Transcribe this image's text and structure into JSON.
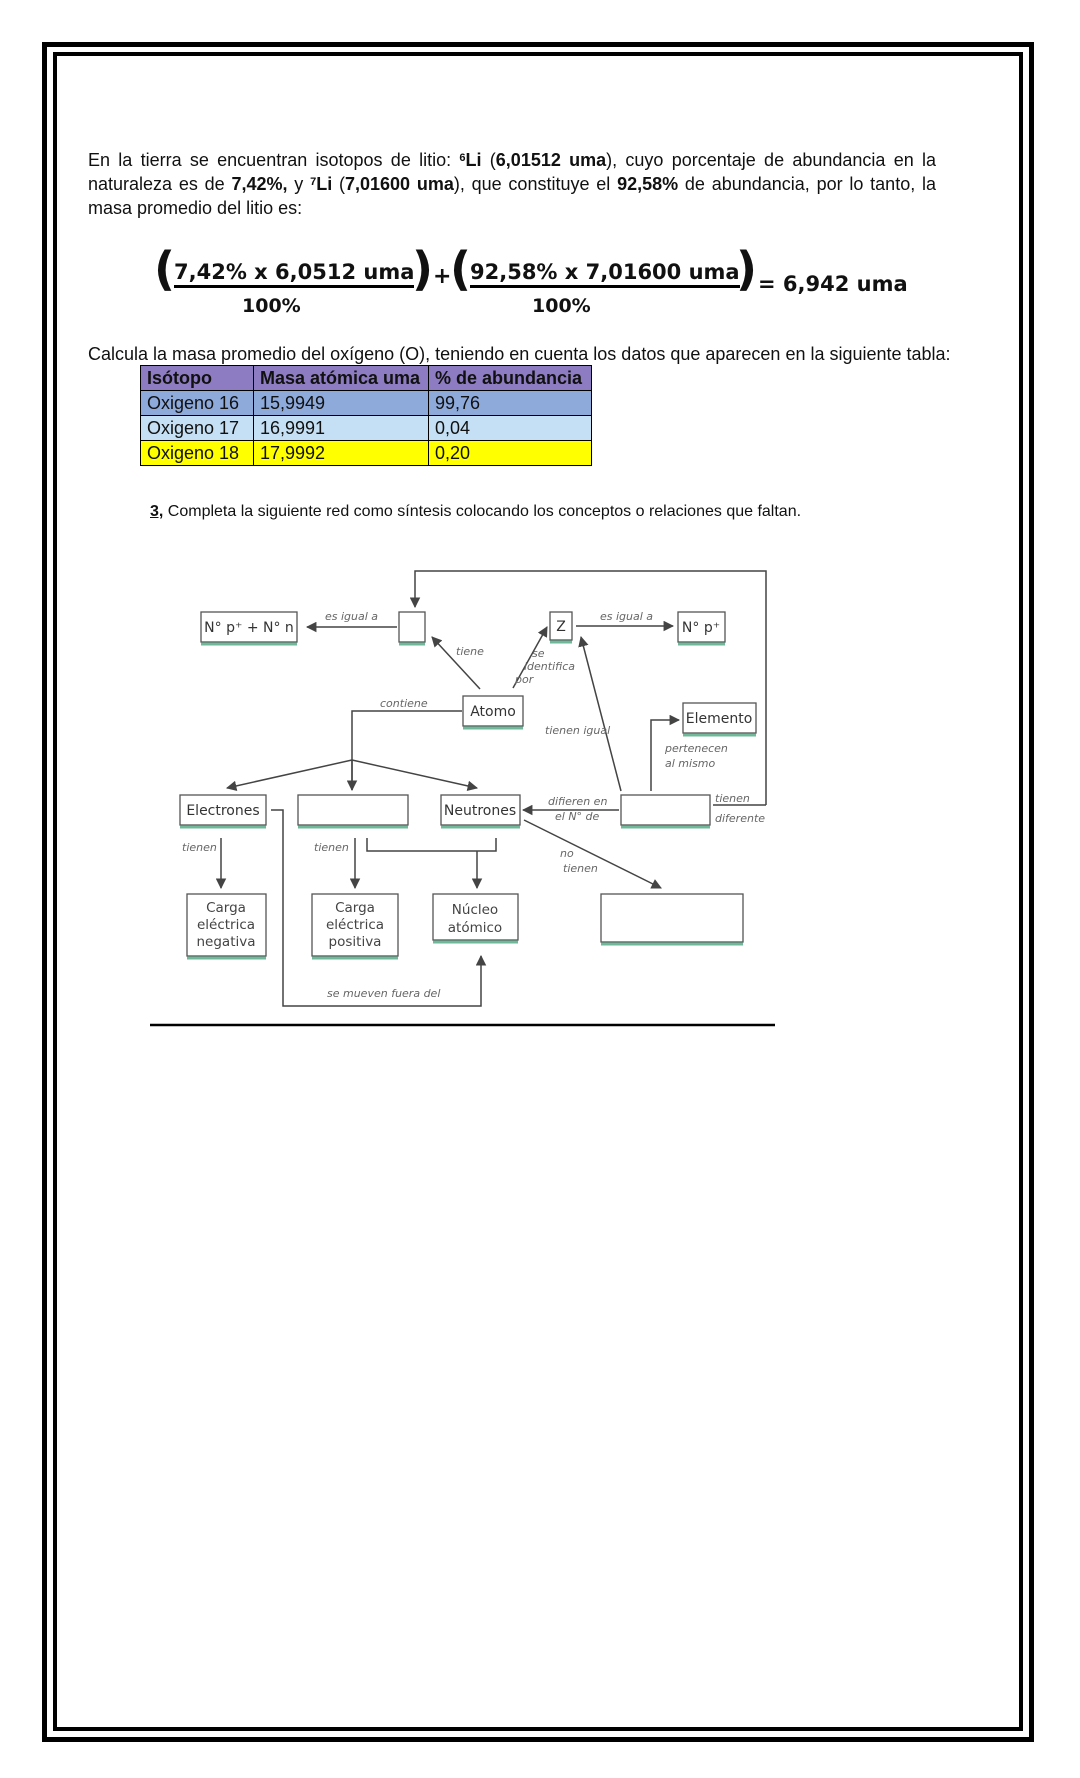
{
  "intro": {
    "t1": "En la tierra se encuentran isotopos de litio: ",
    "li6_sup": "6",
    "li6_sym": "Li",
    "t2": " (",
    "li6_mass": "6,01512 uma",
    "t3": "), cuyo porcentaje de abundancia en la naturaleza es de ",
    "li6_pct": "7,42%,",
    "t4": " y ",
    "li7_sup": "7",
    "li7_sym": "Li",
    "t5": " (",
    "li7_mass": "7,01600 uma",
    "t6": "), que constituye el ",
    "li7_pct": "92,58%",
    "t7": " de abundancia, por lo tanto, la masa promedio del litio es:"
  },
  "formula": {
    "open1": "(",
    "num1": "7,42% x 6,0512 uma",
    "close1": ")",
    "plus": "+",
    "open2": "(",
    "num2": "92,58% x 7,01600 uma",
    "close2": ")",
    "den1": "100%",
    "den2": "100%",
    "result": "= 6,942 uma"
  },
  "calc_text": "Calcula la masa promedio del oxígeno (O), teniendo en cuenta los datos que aparecen en la siguiente tabla:",
  "table": {
    "headers": [
      "Isótopo",
      "Masa atómica uma",
      "% de abundancia"
    ],
    "rows": [
      [
        "Oxigeno 16",
        "15,9949",
        "99,76"
      ],
      [
        "Oxigeno 17",
        "16,9991",
        "0,04"
      ],
      [
        "Oxigeno 18",
        "17,9992",
        "0,20"
      ]
    ],
    "colors": {
      "header": "#8e7cc3",
      "row1": "#8eaadb",
      "row2": "#c5e0f4",
      "row3": "#ffff00"
    }
  },
  "question3": {
    "number": "3,",
    "text": " Completa la siguiente red como síntesis colocando los conceptos o relaciones que faltan."
  },
  "concept_map": {
    "nodes": {
      "np_nn": "N° p⁺ + N° n",
      "z": "Z",
      "np": "N° p⁺",
      "atomo": "Atomo",
      "elemento": "Elemento",
      "electrones": "Electrones",
      "neutrones": "Neutrones",
      "carga_neg": [
        "Carga",
        "eléctrica",
        "negativa"
      ],
      "carga_pos": [
        "Carga",
        "eléctrica",
        "positiva"
      ],
      "nucleo": [
        "Núcleo",
        "atómico"
      ]
    },
    "labels": {
      "es_igual_a_1": "es igual a",
      "es_igual_a_2": "es igual a",
      "tiene": "tiene",
      "se_identifica_por": [
        "se",
        "identifica",
        "por"
      ],
      "contiene": "contiene",
      "tienen_igual": "tienen igual",
      "pertenecen": [
        "pertenecen",
        "al mismo"
      ],
      "tienen_1": "tienen",
      "tienen_2": "tienen",
      "difieren": [
        "difieren en",
        "el N° de"
      ],
      "tienen_diferente": [
        "tienen",
        "diferente"
      ],
      "no_tienen": [
        "no",
        "tienen"
      ],
      "se_mueven": "se mueven fuera del"
    },
    "colors": {
      "underline": "#6fb89a"
    }
  }
}
